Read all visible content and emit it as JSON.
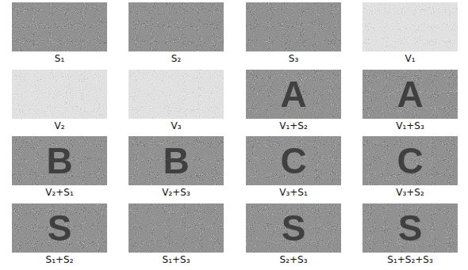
{
  "diagram": {
    "nodes": [
      {
        "text": [
          "S₁"
        ]
      },
      {
        "text": [
          "S₂"
        ]
      },
      {
        "text": [
          "S₃"
        ]
      },
      {
        "text": [
          "V₁"
        ]
      },
      {
        "text": [
          "V₂"
        ]
      },
      {
        "text": [
          "V₃"
        ]
      },
      {
        "text": [
          "A",
          "V₁+S₂"
        ]
      },
      {
        "text": [
          "A",
          "V₁+S₃"
        ]
      },
      {
        "text": [
          "B",
          "V₂+S₁"
        ]
      },
      {
        "text": [
          "B",
          "V₂+S₃"
        ]
      },
      {
        "text": [
          "C",
          "V₃+S₁"
        ]
      },
      {
        "text": [
          "C",
          "V₃+S₂"
        ]
      },
      {
        "text": [
          "S",
          "S₁+S₂"
        ]
      },
      {
        "text": [
          "S₁+S₃"
        ]
      },
      {
        "text": [
          "S",
          "S₂+S₃"
        ]
      },
      {
        "text": [
          "S",
          "S₁+S₂+S₃"
        ]
      }
    ]
  }
}
